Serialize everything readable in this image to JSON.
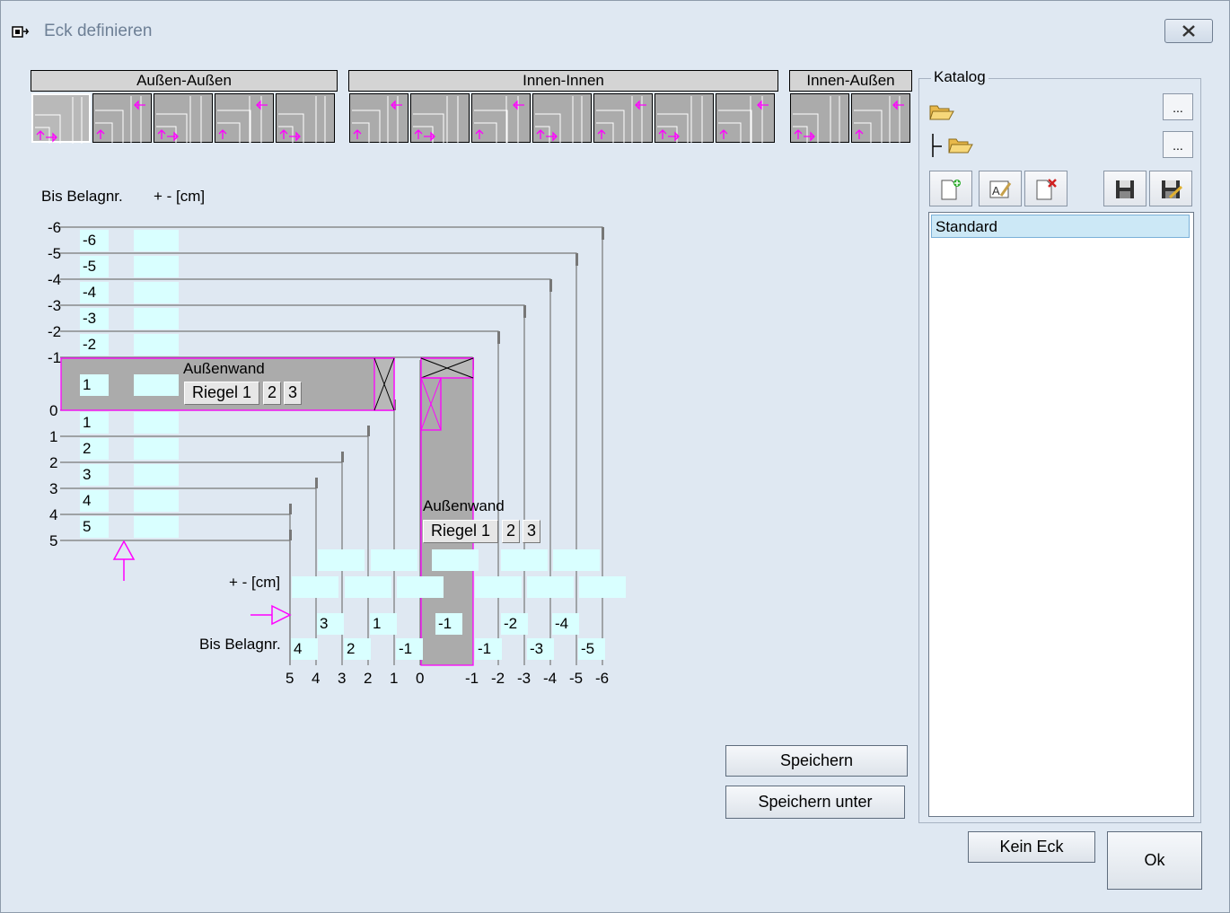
{
  "window": {
    "title": "Eck definieren"
  },
  "groups": {
    "aussen_aussen": "Außen-Außen",
    "innen_innen": "Innen-Innen",
    "innen_aussen": "Innen-Außen"
  },
  "diagram": {
    "left_header_belag": "Bis Belagnr.",
    "left_header_cm": "+ - [cm]",
    "bottom_header_cm": "+ - [cm]",
    "bottom_header_belag": "Bis Belagnr.",
    "wall_label": "Außenwand",
    "riegel1": "Riegel 1",
    "riegel2": "2",
    "riegel3": "3",
    "y_axis_labels": [
      "-6",
      "-5",
      "-4",
      "-3",
      "-2",
      "-1",
      "0",
      "1",
      "2",
      "3",
      "4",
      "5"
    ],
    "left_boxes": [
      "-6",
      "-5",
      "-4",
      "-3",
      "-2",
      "1",
      "1",
      "2",
      "3",
      "4",
      "5"
    ],
    "x_axis_labels": [
      "5",
      "4",
      "3",
      "2",
      "1",
      "0",
      "-1",
      "-2",
      "-3",
      "-4",
      "-5",
      "-6"
    ],
    "bottom_row1": [
      "3",
      "1",
      "-1",
      "-2",
      "-4"
    ],
    "bottom_row2": [
      "4",
      "2",
      "-1",
      "-1",
      "-3",
      "-5"
    ]
  },
  "katalog": {
    "label": "Katalog",
    "browse1": "...",
    "browse2": "...",
    "items": [
      "Standard"
    ]
  },
  "buttons": {
    "speichern": "Speichern",
    "speichern_unter": "Speichern unter",
    "kein_eck": "Kein Eck",
    "ok": "Ok"
  },
  "colors": {
    "accent": "#ff00ff",
    "cyan": "#d9ffff",
    "wall": "#ababab"
  }
}
